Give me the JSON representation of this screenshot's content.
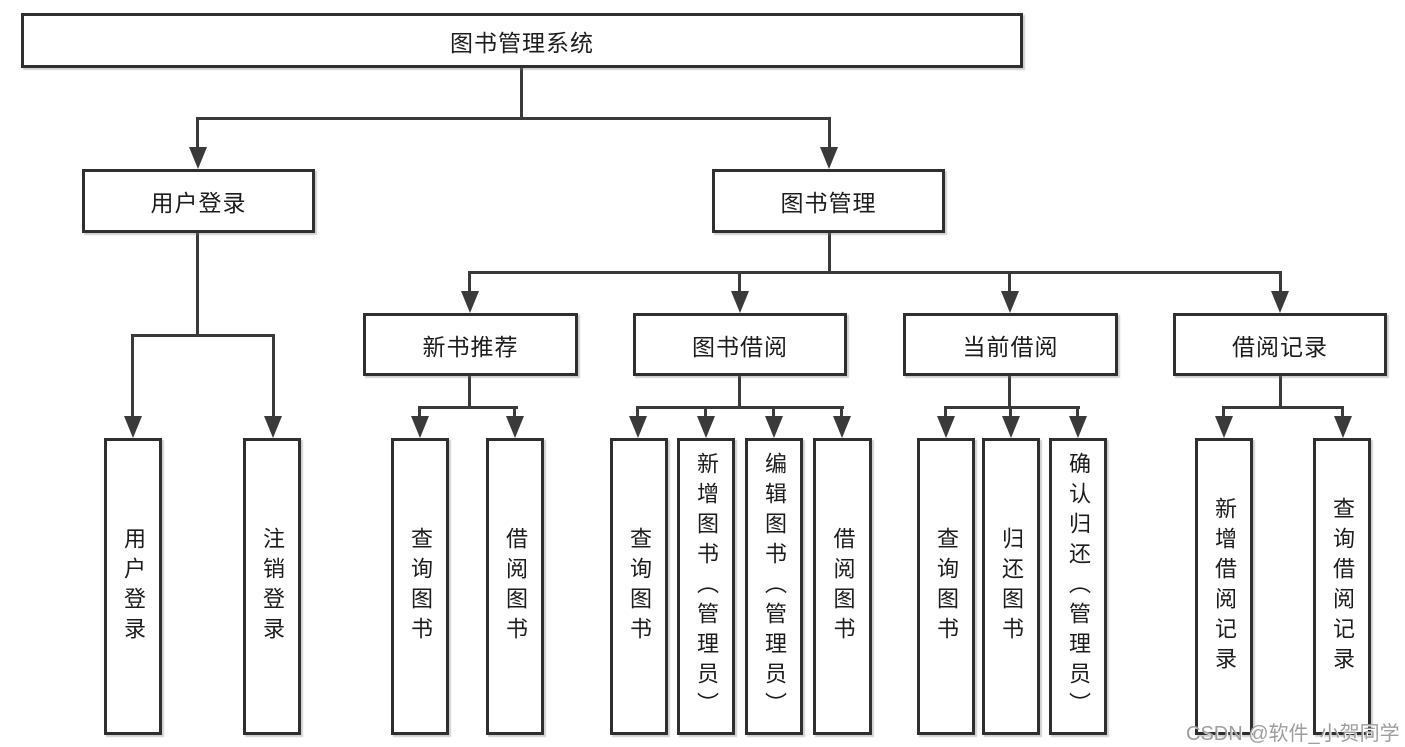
{
  "diagram": {
    "type": "hierarchy-tree",
    "title": "图书管理系统"
  },
  "nodes": {
    "root": {
      "label": "图书管理系统"
    },
    "level2": [
      {
        "label": "用户登录"
      },
      {
        "label": "图书管理"
      }
    ],
    "level3": [
      {
        "label": "新书推荐",
        "parent": "图书管理"
      },
      {
        "label": "图书借阅",
        "parent": "图书管理"
      },
      {
        "label": "当前借阅",
        "parent": "图书管理"
      },
      {
        "label": "借阅记录",
        "parent": "图书管理"
      }
    ],
    "leaves": [
      {
        "label": "用户登录",
        "parent": "用户登录"
      },
      {
        "label": "注销登录",
        "parent": "用户登录"
      },
      {
        "label": "查询图书",
        "parent": "新书推荐"
      },
      {
        "label": "借阅图书",
        "parent": "新书推荐"
      },
      {
        "label": "查询图书",
        "parent": "图书借阅"
      },
      {
        "label": "新增图书（管理员）",
        "parent": "图书借阅"
      },
      {
        "label": "编辑图书（管理员）",
        "parent": "图书借阅"
      },
      {
        "label": "借阅图书",
        "parent": "图书借阅"
      },
      {
        "label": "查询图书",
        "parent": "当前借阅"
      },
      {
        "label": "归还图书",
        "parent": "当前借阅"
      },
      {
        "label": "确认归还（管理员）",
        "parent": "当前借阅"
      },
      {
        "label": "新增借阅记录",
        "parent": "借阅记录"
      },
      {
        "label": "查询借阅记录",
        "parent": "借阅记录"
      }
    ]
  },
  "watermark": {
    "text": "CSDN @软件_小贺同学"
  },
  "colors": {
    "background": "#ffffff",
    "line": "#3a3a3a",
    "box_border": "#2f2f2f",
    "text": "#1c1c1c",
    "watermark": "#9e9e9e"
  }
}
